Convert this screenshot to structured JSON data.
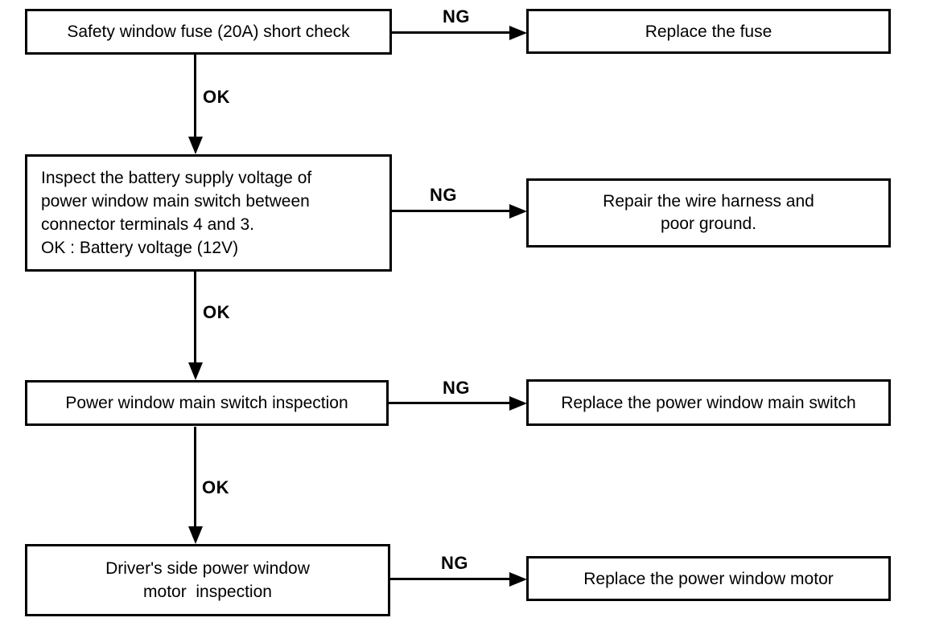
{
  "colors": {
    "line": "#000000",
    "background": "#ffffff"
  },
  "flowchart": {
    "rows": [
      {
        "step": "Safety window fuse (20A) short check",
        "ng_label": "NG",
        "action": "Replace the fuse",
        "ok_label": "OK"
      },
      {
        "step": "Inspect the battery supply voltage of\npower window main switch between\nconnector terminals 4 and 3.\nOK : Battery voltage (12V)",
        "ng_label": "NG",
        "action": "Repair the wire harness and\npoor ground.",
        "ok_label": "OK"
      },
      {
        "step": "Power window main switch inspection",
        "ng_label": "NG",
        "action": "Replace the power window main switch",
        "ok_label": "OK"
      },
      {
        "step": "Driver's side power window\nmotor  inspection",
        "ng_label": "NG",
        "action": "Replace the power window motor"
      }
    ]
  }
}
